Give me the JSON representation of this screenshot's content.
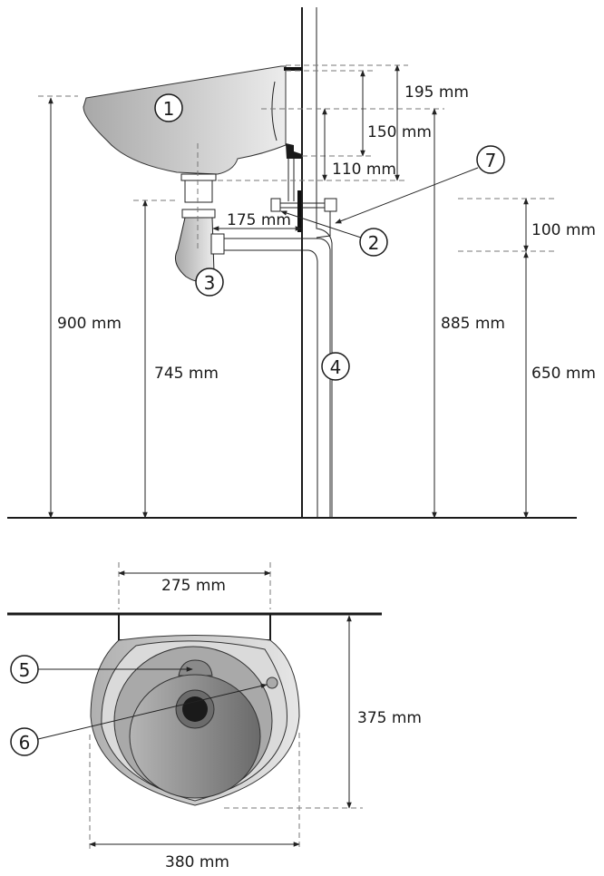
{
  "side_view": {
    "callouts": [
      "1",
      "2",
      "3",
      "4",
      "7"
    ],
    "dimensions": {
      "basin_height": "900 mm",
      "trap_height": "745 mm",
      "bracket_height": "885 mm",
      "d195": "195 mm",
      "d150": "150 mm",
      "d110": "110 mm",
      "trap_offset": "175 mm",
      "d100": "100 mm",
      "d650": "650 mm"
    }
  },
  "top_view": {
    "callouts": [
      "5",
      "6"
    ],
    "dimensions": {
      "bracket_spacing": "275 mm",
      "depth": "375 mm",
      "width": "380 mm"
    }
  }
}
